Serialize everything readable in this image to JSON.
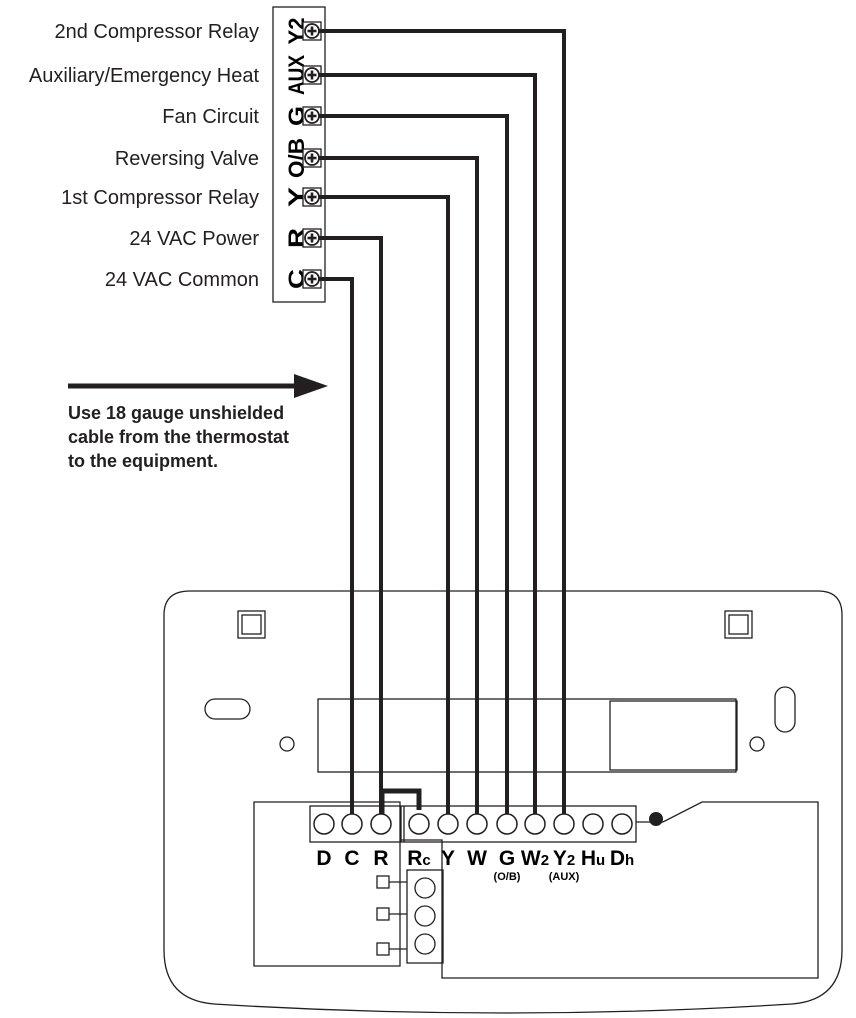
{
  "equipment_terminals": [
    {
      "code": "Y2",
      "label": "2nd Compressor Relay"
    },
    {
      "code": "AUX",
      "label": "Auxiliary/Emergency Heat"
    },
    {
      "code": "G",
      "label": "Fan Circuit"
    },
    {
      "code": "O/B",
      "label": "Reversing Valve"
    },
    {
      "code": "Y",
      "label": "1st Compressor Relay"
    },
    {
      "code": "R",
      "label": "24 VAC Power"
    },
    {
      "code": "C",
      "label": "24 VAC Common"
    }
  ],
  "note": {
    "lines": [
      "Use 18 gauge unshielded",
      "cable from the thermostat",
      "to the equipment."
    ]
  },
  "thermostat_terminals": [
    {
      "main": "D",
      "sub": "",
      "note": ""
    },
    {
      "main": "C",
      "sub": "",
      "note": ""
    },
    {
      "main": "R",
      "sub": "",
      "note": ""
    },
    {
      "main": "R",
      "sub": "c",
      "note": ""
    },
    {
      "main": "Y",
      "sub": "",
      "note": ""
    },
    {
      "main": "W",
      "sub": "",
      "note": ""
    },
    {
      "main": "G",
      "sub": "",
      "note": "(O/B)"
    },
    {
      "main": "W",
      "sub": "2",
      "note": ""
    },
    {
      "main": "Y",
      "sub": "2",
      "note": "(AUX)"
    },
    {
      "main": "H",
      "sub": "u",
      "note": ""
    },
    {
      "main": "D",
      "sub": "h",
      "note": ""
    }
  ],
  "connections": [
    {
      "from": "Y2",
      "to": "Y2"
    },
    {
      "from": "AUX",
      "to": "W2"
    },
    {
      "from": "G",
      "to": "G"
    },
    {
      "from": "O/B",
      "to": "W"
    },
    {
      "from": "Y",
      "to": "Y"
    },
    {
      "from": "R",
      "to": "R"
    },
    {
      "from": "C",
      "to": "C"
    }
  ]
}
